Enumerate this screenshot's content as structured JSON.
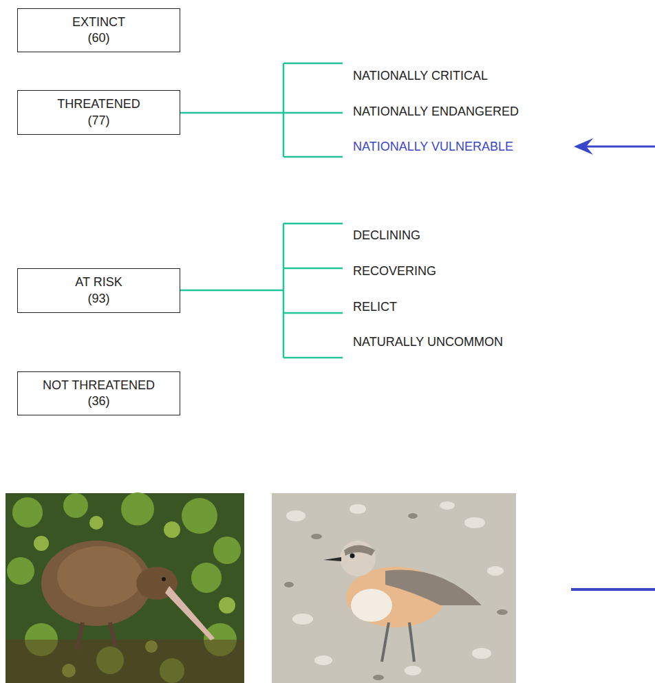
{
  "diagram": {
    "nodes": [
      {
        "text": [
          "EXTINCT",
          "(60)"
        ]
      },
      {
        "text": [
          "THREATENED",
          "(77)"
        ]
      },
      {
        "text": [
          "AT RISK",
          "(93)"
        ]
      },
      {
        "text": [
          "NOT THREATENED",
          "(36)"
        ]
      }
    ],
    "labels": [
      "NATIONALLY CRITICAL",
      "NATIONALLY ENDANGERED",
      "NATIONALLY VULNERABLE",
      "DECLINING",
      "RECOVERING",
      "RELICT",
      "NATURALLY UNCOMMON"
    ]
  }
}
